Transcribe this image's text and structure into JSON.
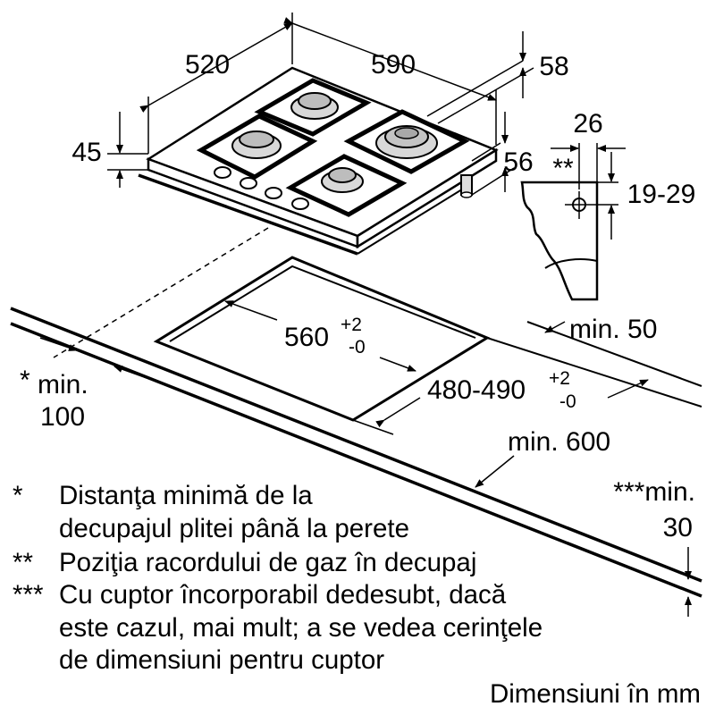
{
  "dimensions": {
    "hob_depth": "520",
    "hob_width": "590",
    "hob_height": "45",
    "rear_offset": "58",
    "connector_offset": "56",
    "section_width": "26",
    "section_marker": "**",
    "section_range": "19-29",
    "cutout_width": "560",
    "cutout_width_tol_plus": "+2",
    "cutout_width_tol_minus": "-0",
    "cutout_depth": "480-490",
    "cutout_depth_tol_plus": "+2",
    "cutout_depth_tol_minus": "-0",
    "min_rear": "min. 50",
    "min_side_star": "*",
    "min_side_line1": "min.",
    "min_side_line2": "100",
    "min_depth": "min. 600",
    "min_bottom_line1": "***min.",
    "min_bottom_line2": "30"
  },
  "notes": [
    {
      "marker": "*",
      "lines": [
        "Distanţa minimă de la",
        "decupajul plitei până la perete"
      ]
    },
    {
      "marker": "**",
      "lines": [
        "Poziţia racordului de gaz în decupaj"
      ]
    },
    {
      "marker": "***",
      "lines": [
        "Cu cuptor încorporabil dedesubt, dacă",
        "este cazul, mai mult; a se vedea cerinţele",
        "de dimensiuni pentru cuptor"
      ]
    }
  ],
  "units_caption": "Dimensiuni în mm"
}
